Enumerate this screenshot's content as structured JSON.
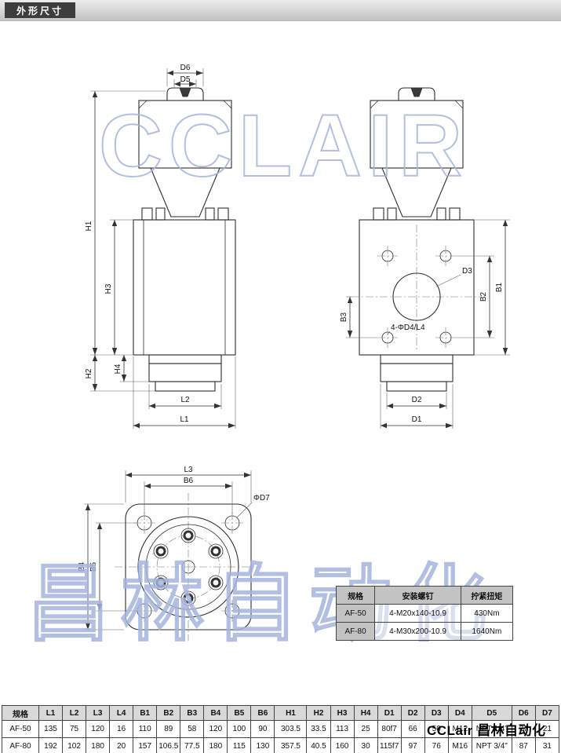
{
  "header": {
    "title": "外形尺寸"
  },
  "watermarks": {
    "top": "CCLAIR",
    "bottom": "昌林自动化"
  },
  "logo": {
    "text": "CCLair 昌林自动化"
  },
  "dim_labels": {
    "d6": "D6",
    "d5": "D5",
    "h1": "H1",
    "h2": "H2",
    "h3": "H3",
    "h4": "H4",
    "l1": "L1",
    "l2": "L2",
    "d3": "D3",
    "b1": "B1",
    "b2": "B2",
    "b3": "B3",
    "bolt_note": "4-ΦD4/L4",
    "d1": "D1",
    "d2": "D2",
    "l3": "L3",
    "b6": "B6",
    "d7": "ΦD7",
    "b4": "B4",
    "b5": "B5"
  },
  "screw_table": {
    "headers": [
      "规格",
      "安装螺钉",
      "拧紧扭矩"
    ],
    "rows": [
      [
        "AF-50",
        "4-M20x140-10.9",
        "430Nm"
      ],
      [
        "AF-80",
        "4-M30x200-10.9",
        "1640Nm"
      ]
    ]
  },
  "dim_table": {
    "headers": [
      "规格",
      "L1",
      "L2",
      "L3",
      "L4",
      "B1",
      "B2",
      "B3",
      "B4",
      "B5",
      "B6",
      "H1",
      "H2",
      "H3",
      "H4",
      "D1",
      "D2",
      "D3",
      "D4",
      "D5",
      "D6",
      "D7"
    ],
    "rows": [
      [
        "AF-50",
        "135",
        "75",
        "120",
        "16",
        "110",
        "89",
        "58",
        "120",
        "100",
        "90",
        "303.5",
        "33.5",
        "113",
        "25",
        "80f7",
        "66",
        "50",
        "M12",
        "NPT 1/4\"",
        "27",
        "21"
      ],
      [
        "AF-80",
        "192",
        "102",
        "180",
        "20",
        "157",
        "106.5",
        "77.5",
        "180",
        "115",
        "130",
        "357.5",
        "40.5",
        "160",
        "30",
        "115f7",
        "97",
        "76",
        "M16",
        "NPT 3/4\"",
        "87",
        "31"
      ]
    ]
  }
}
